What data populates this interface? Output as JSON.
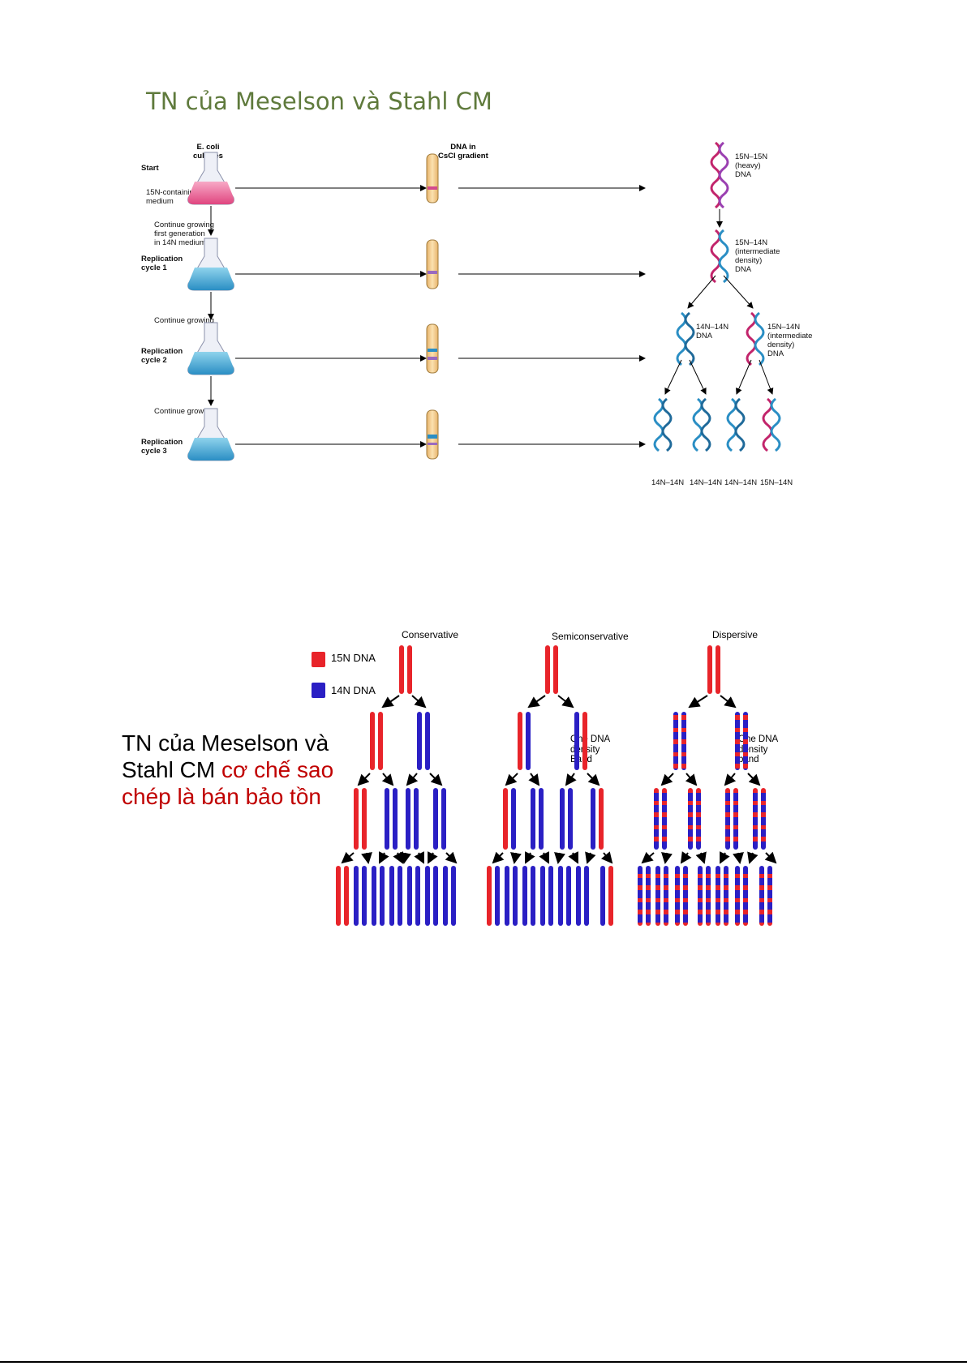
{
  "figure1": {
    "title": "TN của Meselson và Stahl CM",
    "col_cultures": "E. coli\ncultures",
    "col_gradient": "DNA in\nCsCl gradient",
    "rows": [
      {
        "label": "Start",
        "note": "15N-containing\nmedium"
      },
      {
        "label": "Replication\ncycle 1",
        "note": "Continue growing\nfirst generation\nin 14N medium"
      },
      {
        "label": "Replication\ncycle 2",
        "note": "Continue growing"
      },
      {
        "label": "Replication\ncycle 3",
        "note": "Continue growing"
      }
    ],
    "dna_labels": {
      "heavy": "15N–15N\n(heavy)\nDNA",
      "intermediate": "15N–14N\n(intermediate\ndensity)\nDNA",
      "light": "14N–14N\nDNA",
      "intermediate2": "15N–14N\n(intermediate\ndensity)\nDNA",
      "bottom": [
        "14N–14N",
        "14N–14N",
        "14N–14N",
        "15N–14N"
      ]
    }
  },
  "figure2": {
    "caption_black": "TN của Meselson và\nStahl CM ",
    "caption_red": "cơ chế sao\nchép là bán bảo tồn",
    "legend": [
      {
        "label": "15N DNA",
        "color": "#e8242a"
      },
      {
        "label": "14N DNA",
        "color": "#2a1fc4"
      }
    ],
    "models": [
      "Conservative",
      "Semiconservative",
      "Dispersive"
    ],
    "band_note_semi": "One DNA\ndensity\nBand",
    "band_note_disp": "One DNA\ndensity\nband"
  },
  "colors": {
    "red_strand": "#e8242a",
    "blue_strand": "#2a1fc4",
    "title_green": "#5f7a3c"
  }
}
